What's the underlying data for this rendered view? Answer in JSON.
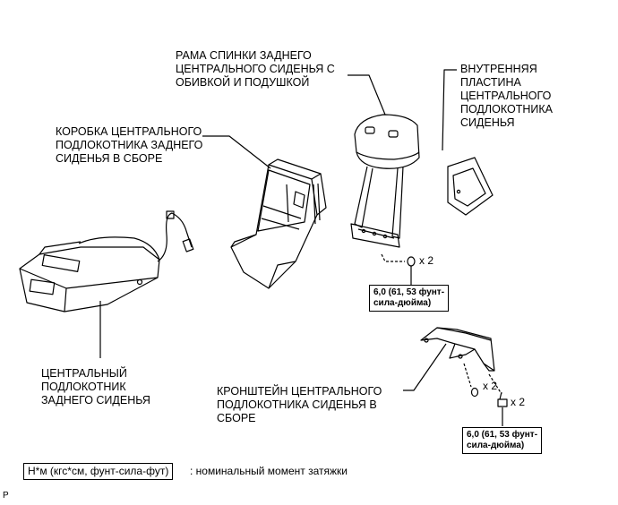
{
  "labels": {
    "rear_center_back_frame": "РАМА СПИНКИ ЗАДНЕГО\nЦЕНТРАЛЬНОГО СИДЕНЬЯ С\nОБИВКОЙ И ПОДУШКОЙ",
    "inner_plate": "ВНУТРЕННЯЯ\nПЛАСТИНА\nЦЕНТРАЛЬНОГО\nПОДЛОКОТНИКА\nСИДЕНЬЯ",
    "armrest_box_assembly": "КОРОБКА ЦЕНТРАЛЬНОГО\nПОДЛОКОТНИКА ЗАДНЕГО\nСИДЕНЬЯ В СБОРЕ",
    "center_armrest": "ЦЕНТРАЛЬНЫЙ\nПОДЛОКОТНИК\nЗАДНЕГО СИДЕНЬЯ",
    "bracket_assembly": "КРОНШТЕЙН ЦЕНТРАЛЬНОГО\nПОДЛОКОТНИКА СИДЕНЬЯ В\nСБОРЕ"
  },
  "torque": {
    "upper": "6,0 (61, 53 фунт-\nсила-дюйма)",
    "lower": "6,0 (61, 53 фунт-\nсила-дюйма)"
  },
  "quantities": {
    "upper_nut": "x 2",
    "lower_nut": "x 2",
    "lower_bolt": "x 2"
  },
  "legend": {
    "unit_box": "Н*м (кгс*см, фунт-сила-фут)",
    "description": ": номинальный момент затяжки"
  },
  "corner_mark": "P"
}
